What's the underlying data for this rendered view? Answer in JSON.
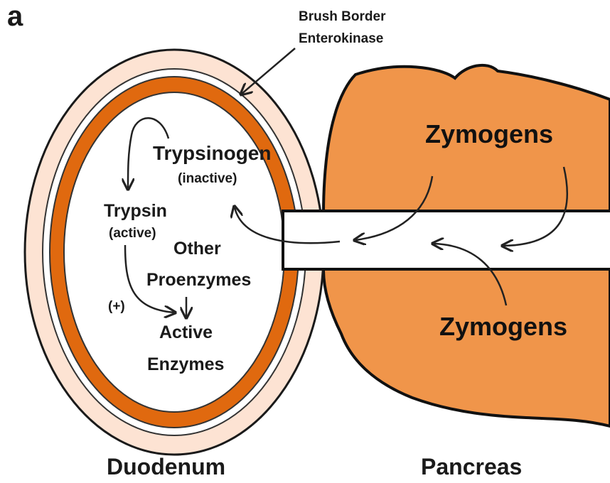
{
  "panel_label": "a",
  "annotation": {
    "line1": "Brush Border",
    "line2": "Enterokinase"
  },
  "duodenum": {
    "label": "Duodenum",
    "trypsinogen": "Trypsinogen",
    "trypsinogen_state": "(inactive)",
    "trypsin": "Trypsin",
    "trypsin_state": "(active)",
    "other_line1": "Other",
    "other_line2": "Proenzymes",
    "plus": "(+)",
    "active_line1": "Active",
    "active_line2": "Enzymes"
  },
  "pancreas": {
    "label": "Pancreas",
    "zymogens_top": "Zymogens",
    "zymogens_bottom": "Zymogens"
  },
  "colors": {
    "pancreas_fill": "#f0954a",
    "outer_ring": "#fde3d3",
    "muscle_ring": "#e0690f",
    "outline": "#111111"
  }
}
